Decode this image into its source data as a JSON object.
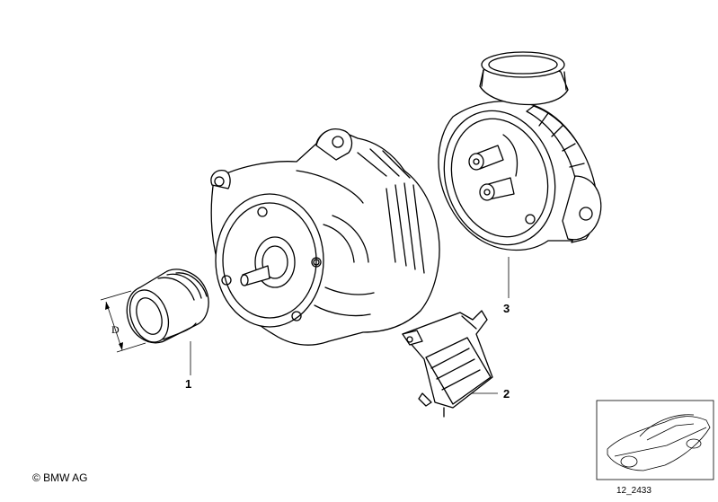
{
  "labels": {
    "part1": "1",
    "part2": "2",
    "part3": "3",
    "dimension": "D"
  },
  "footer": {
    "copyright": "© BMW AG",
    "reference": "12_2433"
  },
  "icons": [
    "alternator",
    "pulley-sleeve",
    "voltage-regulator",
    "alternator-housing-cover",
    "car-silhouette-thumbnail"
  ]
}
